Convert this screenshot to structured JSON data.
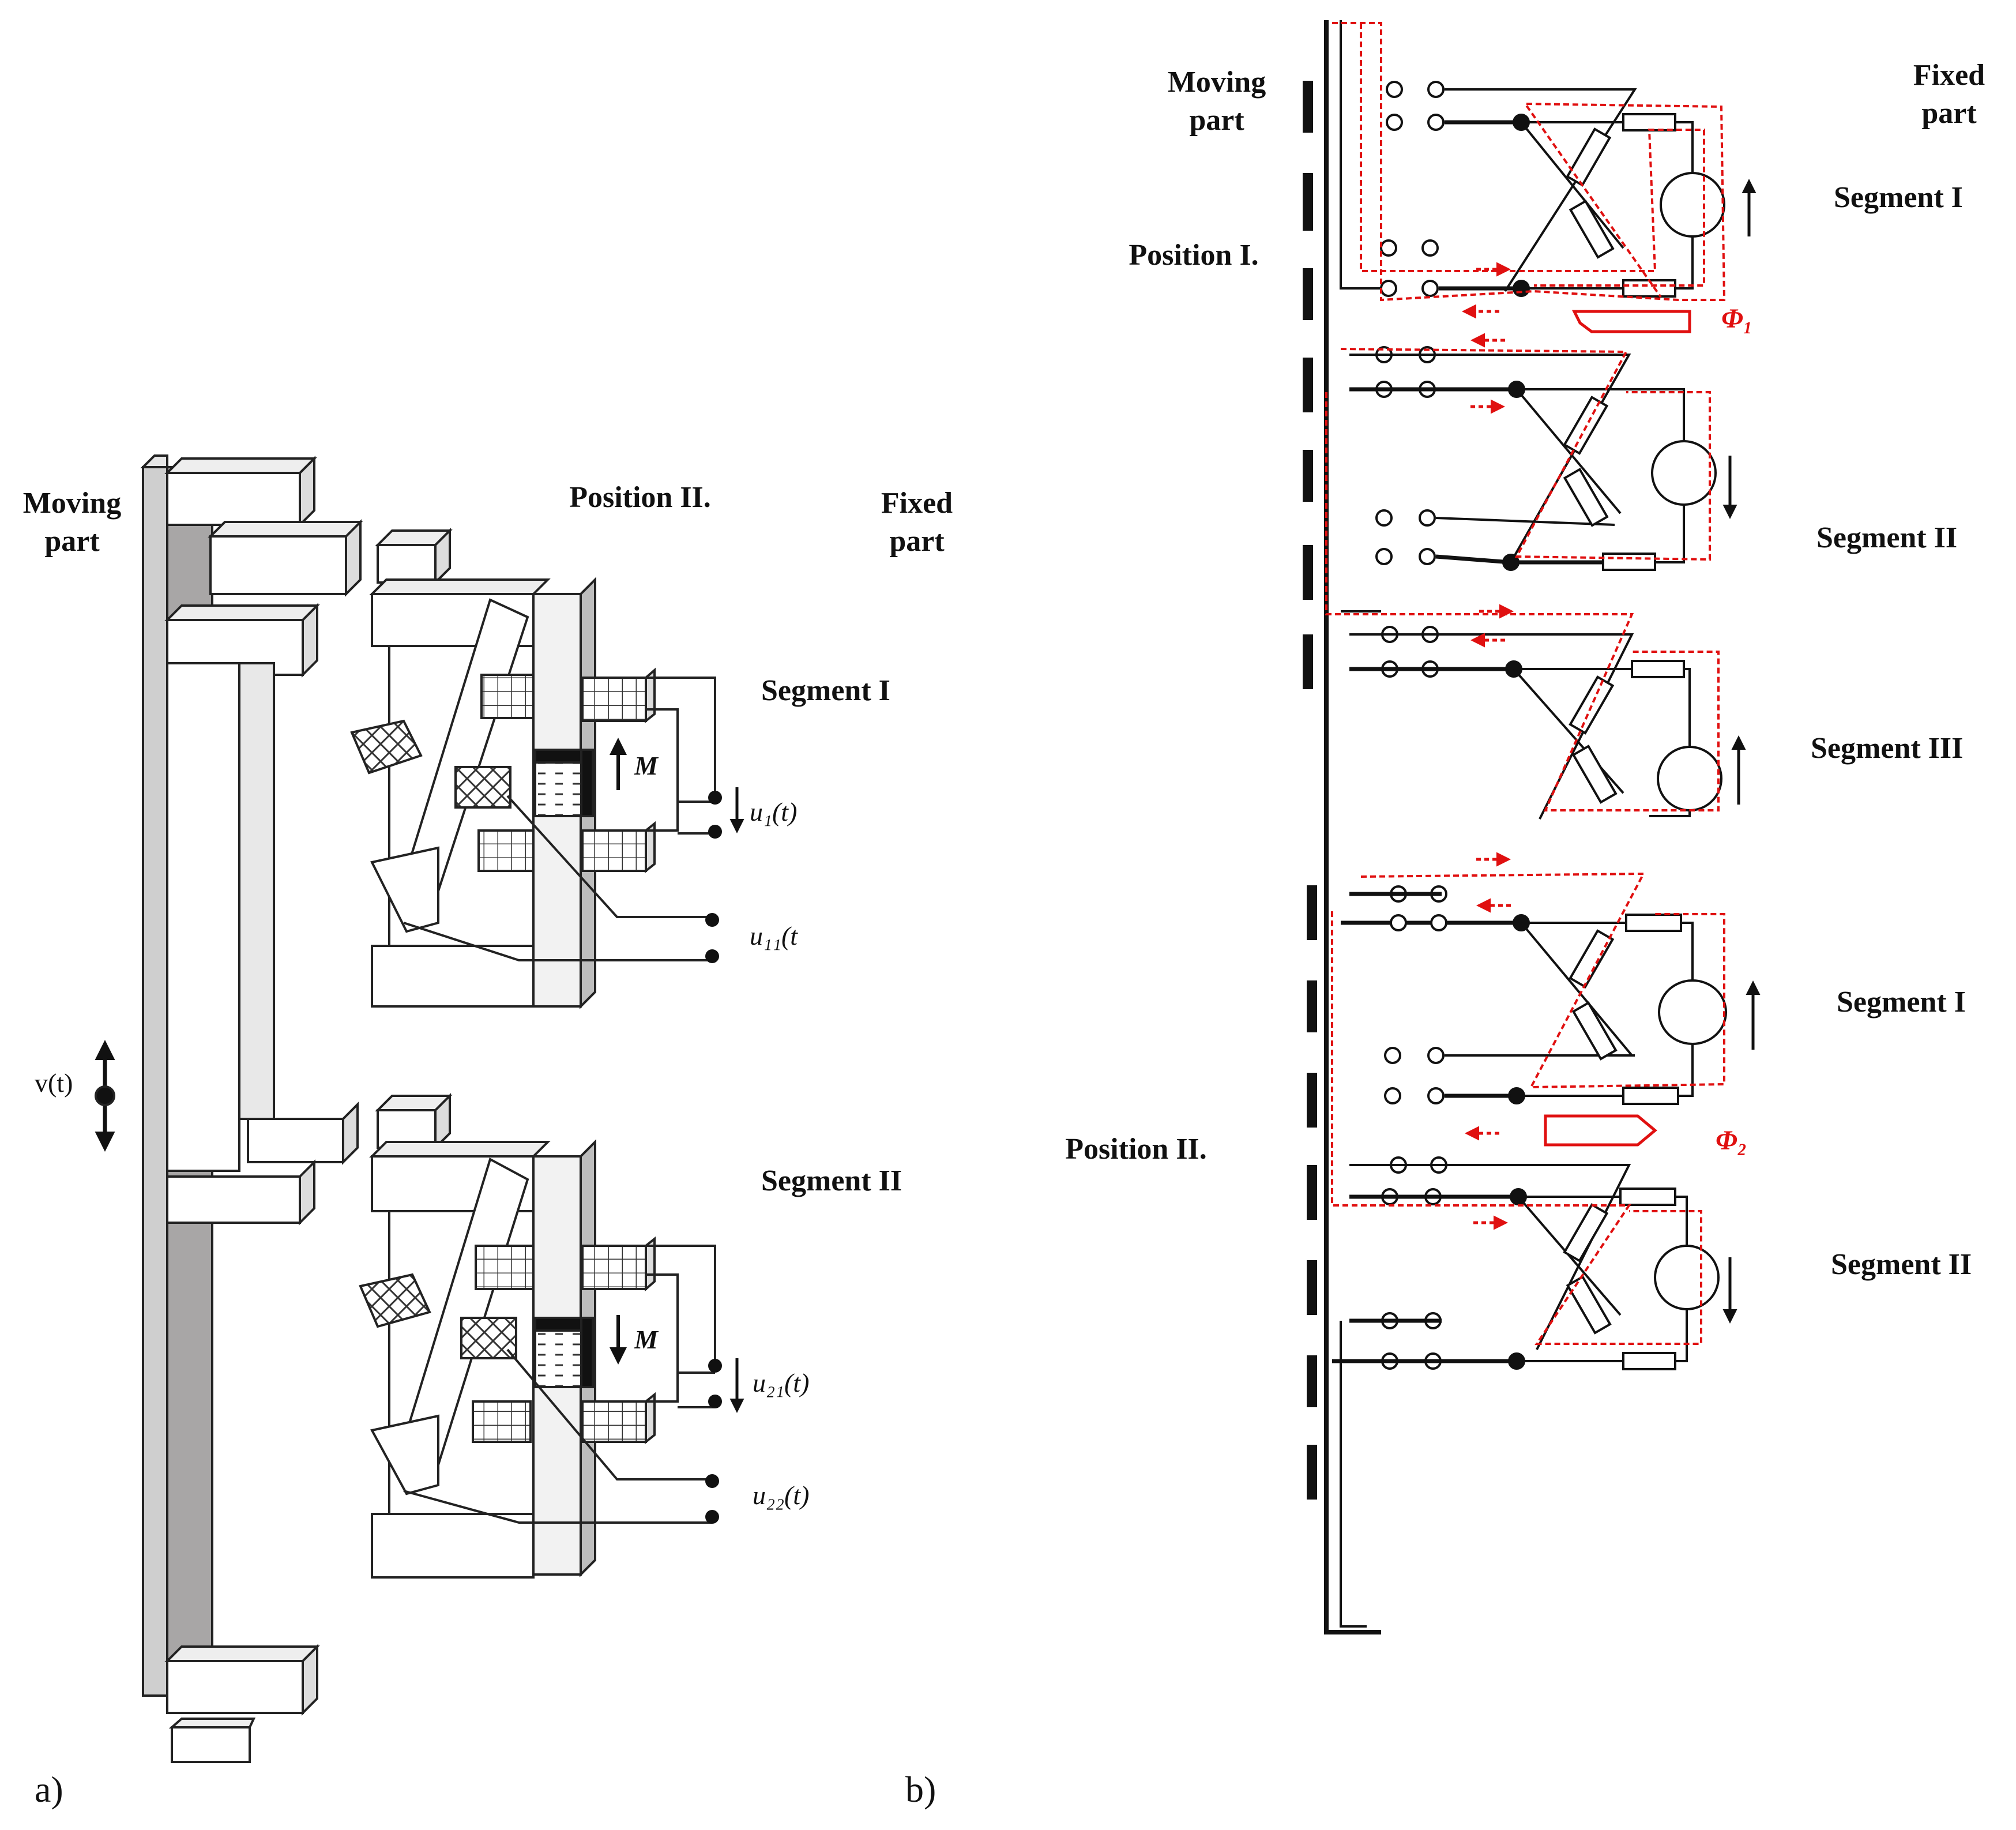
{
  "panel_a": {
    "tag": "a)",
    "moving_part": [
      "Moving",
      "part"
    ],
    "fixed_part": [
      "Fixed",
      "part"
    ],
    "position": "Position II.",
    "segment_1": "Segment I",
    "segment_2": "Segment II",
    "velocity": "v(t)",
    "magnet": "M",
    "u1": "u₁(t)",
    "u11": "u₁₁(t",
    "u21": "u₂₁(t)",
    "u22": "u₂₂(t)"
  },
  "panel_b": {
    "tag": "b)",
    "moving_part": [
      "Moving",
      "part"
    ],
    "fixed_part": [
      "Fixed",
      "part"
    ],
    "position_1": "Position I.",
    "position_2": "Position II.",
    "segments": [
      "Segment I",
      "Segment II",
      "Segment III",
      "Segment I",
      "Segment II"
    ],
    "flux_1": "Φ₁",
    "flux_2": "Φ₂"
  },
  "colors": {
    "line": "#111111",
    "flux": "#e01010",
    "rail_light": "#cfcfcf",
    "rail_dark": "#a8a6a6"
  }
}
